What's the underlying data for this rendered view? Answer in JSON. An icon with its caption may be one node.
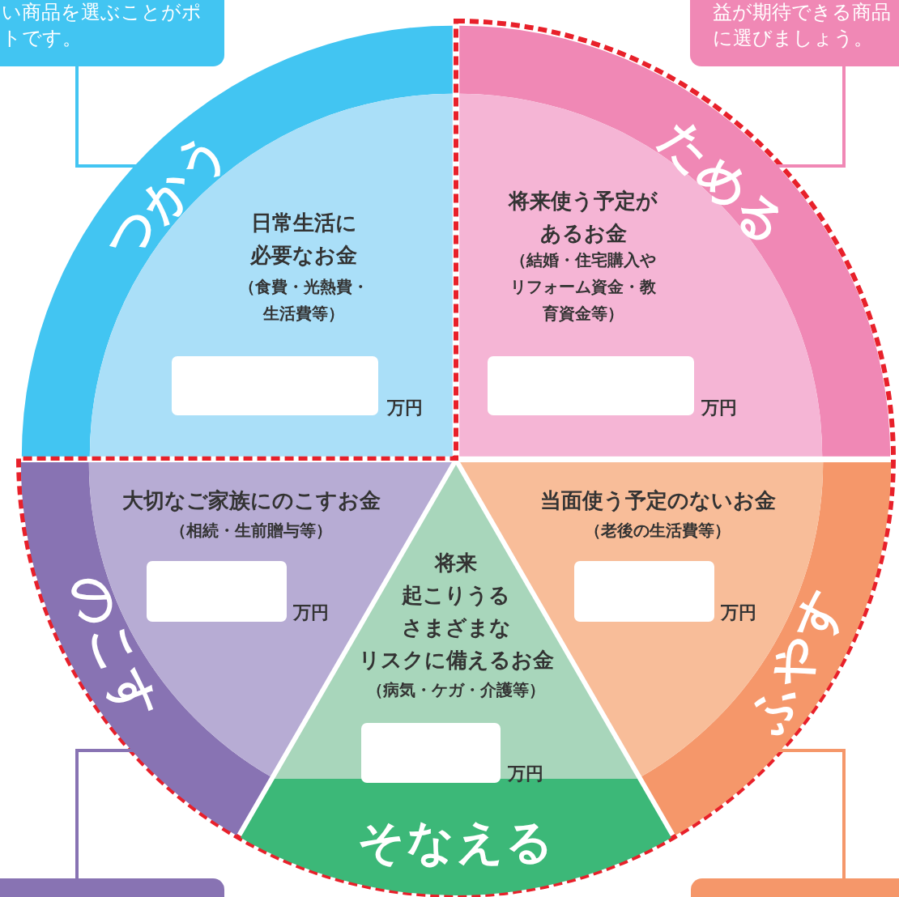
{
  "diagram": {
    "nodes": [
      {
        "text": [
          "い商品を選ぶことがポ",
          "トです。"
        ]
      },
      {
        "text": [
          "益が期待できる商品",
          "に選びましょう。"
        ]
      },
      {
        "text": [
          "つかう",
          "日常生活に必要なお金",
          "（食費・光熱費・生活費等）",
          "万円"
        ]
      },
      {
        "text": [
          "ためる",
          "将来使う予定があるお金",
          "（結婚・住宅購入やリフォーム資金・教育資金等）",
          "万円"
        ]
      },
      {
        "text": [
          "大切なご家族にのこすお金",
          "（相続・生前贈与等）",
          "万円",
          "のこす"
        ]
      },
      {
        "text": [
          "将来起こりうるさまざまなリスクに備えるお金",
          "（病気・ケガ・介護等）",
          "万円",
          "そなえる"
        ]
      },
      {
        "text": [
          "当面使う予定のないお金",
          "（老後の生活費等）",
          "万円",
          "ふやす"
        ]
      },
      {
        "text": [],
        "shape": "box"
      },
      {
        "text": [],
        "shape": "box"
      }
    ],
    "edges": [
      {
        "from": 0,
        "to": 2,
        "arrow": "none",
        "color": "#42c5f2"
      },
      {
        "from": 1,
        "to": 3,
        "arrow": "none",
        "color": "#f088b5"
      },
      {
        "from": 7,
        "to": 4,
        "arrow": "none",
        "color": "#8873b3"
      },
      {
        "from": 8,
        "to": 6,
        "arrow": "none",
        "color": "#f5976a"
      }
    ]
  }
}
